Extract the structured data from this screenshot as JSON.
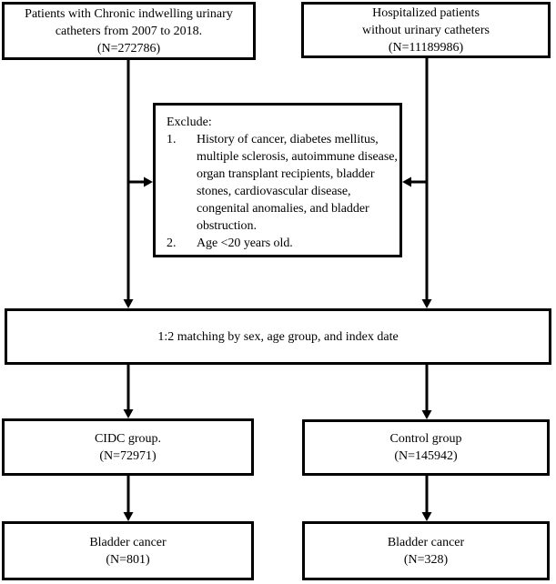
{
  "flowchart": {
    "cohort_box": {
      "line1": "Patients with Chronic indwelling urinary",
      "line2": "catheters from 2007 to 2018.",
      "line3": "(N=272786)"
    },
    "hospitalized_box": {
      "line1": "Hospitalized patients",
      "line2": "without urinary catheters",
      "line3": "(N=11189986)"
    },
    "exclude_box": {
      "heading": "Exclude:",
      "items": [
        {
          "num": "1.",
          "text": "History of cancer, diabetes mellitus, multiple sclerosis, autoimmune disease, organ transplant recipients, bladder stones, cardiovascular disease, congenital anomalies, and bladder obstruction."
        },
        {
          "num": "2.",
          "text": "Age <20 years old."
        }
      ]
    },
    "matching_box": {
      "text": "1:2 matching by sex, age group, and index date"
    },
    "cidc_box": {
      "line1": "CIDC group.",
      "line2": "(N=72971)"
    },
    "control_box": {
      "line1": "Control group",
      "line2": "(N=145942)"
    },
    "bladder_cidc_box": {
      "line1": "Bladder cancer",
      "line2": "(N=801)"
    },
    "bladder_control_box": {
      "line1": "Bladder cancer",
      "line2": "(N=328)"
    },
    "colors": {
      "ink": "#000000",
      "background": "#ffffff"
    }
  }
}
